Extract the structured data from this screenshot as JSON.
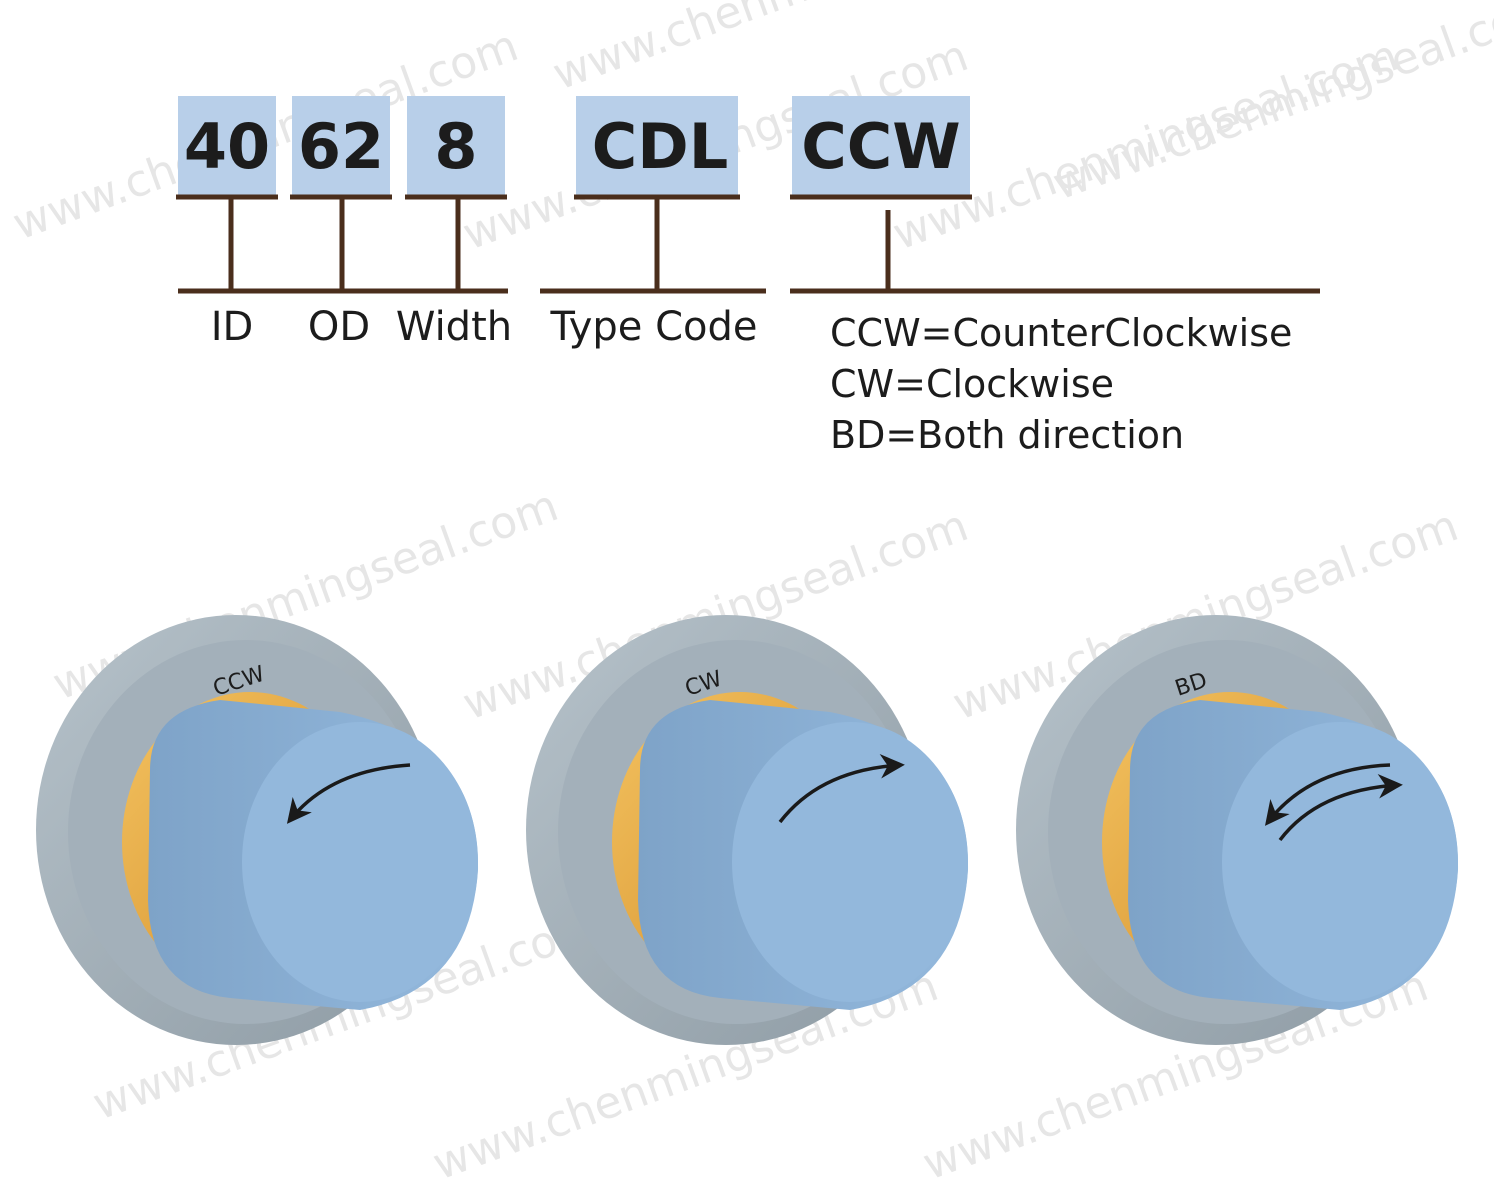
{
  "code": {
    "id": "40",
    "od": "62",
    "width": "8",
    "type_code": "CDL",
    "direction": "CCW"
  },
  "labels": {
    "id": "ID",
    "od": "OD",
    "width": "Width",
    "type_code": "Type Code"
  },
  "direction_legend": [
    "CCW=CounterClockwise",
    "CW=Clockwise",
    "BD=Both direction"
  ],
  "seals": [
    {
      "marking": "CCW",
      "arrow": "counterclockwise"
    },
    {
      "marking": "CW",
      "arrow": "clockwise"
    },
    {
      "marking": "BD",
      "arrow": "both"
    }
  ],
  "watermark": "www.chenmingseal.com",
  "colors": {
    "code_box": "#b8cfe9",
    "line": "#4a2e1c",
    "seal_ring": "#a4b1bb",
    "seal_ring_dark": "#8a979f",
    "lip": "#e3a13f",
    "shaft": "#8fb3d6",
    "shaft_face": "#92b7db",
    "watermark": "#e6e6e6"
  }
}
